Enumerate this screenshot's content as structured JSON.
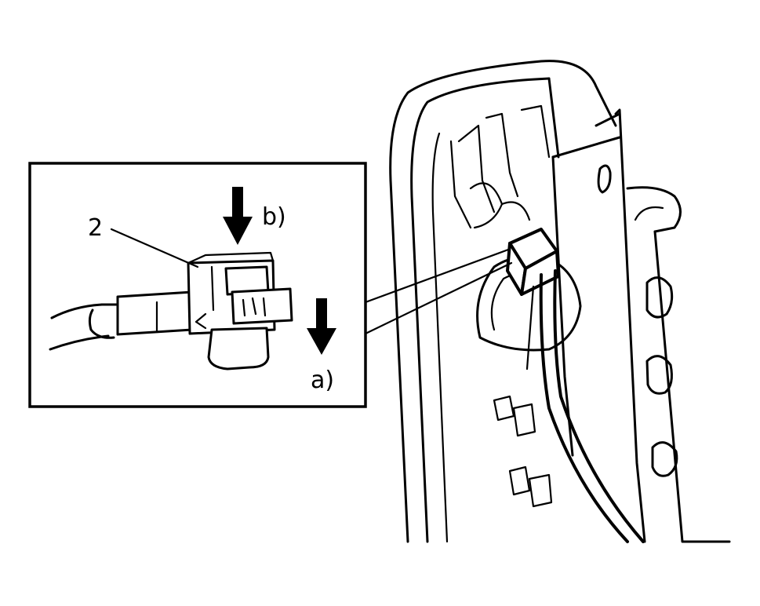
{
  "callouts": {
    "part_number": "2",
    "step_a": "a)",
    "step_b": "b)"
  },
  "icons": {
    "arrow_b": "down-arrow-icon",
    "arrow_a": "down-arrow-icon"
  },
  "colors": {
    "line": "#000000",
    "background": "#ffffff"
  }
}
